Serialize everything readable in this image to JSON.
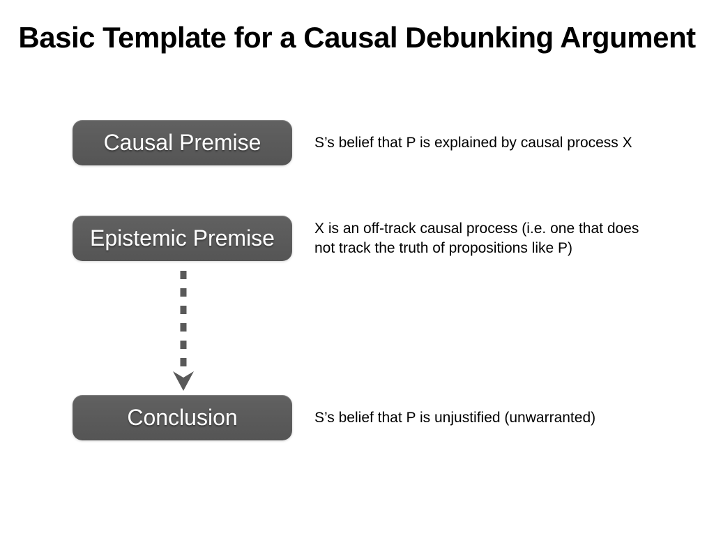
{
  "slide": {
    "title": "Basic Template for a Causal Debunking Argument",
    "colors": {
      "background": "#ffffff",
      "box_fill": "#5a5a5a",
      "box_text": "#ffffff",
      "arrow": "#595959",
      "annotation_text": "#000000"
    },
    "rows": [
      {
        "box_label": "Causal Premise",
        "annotation": "S’s belief that P is explained by causal process X"
      },
      {
        "box_label": "Epistemic Premise",
        "annotation": "X is an off-track causal process (i.e. one that does not track the truth of propositions like P)"
      },
      {
        "box_label": "Conclusion",
        "annotation": "S’s belief that P is unjustified (unwarranted)"
      }
    ],
    "connector": {
      "type": "dashed-arrow",
      "from": "Epistemic Premise",
      "to": "Conclusion"
    }
  }
}
